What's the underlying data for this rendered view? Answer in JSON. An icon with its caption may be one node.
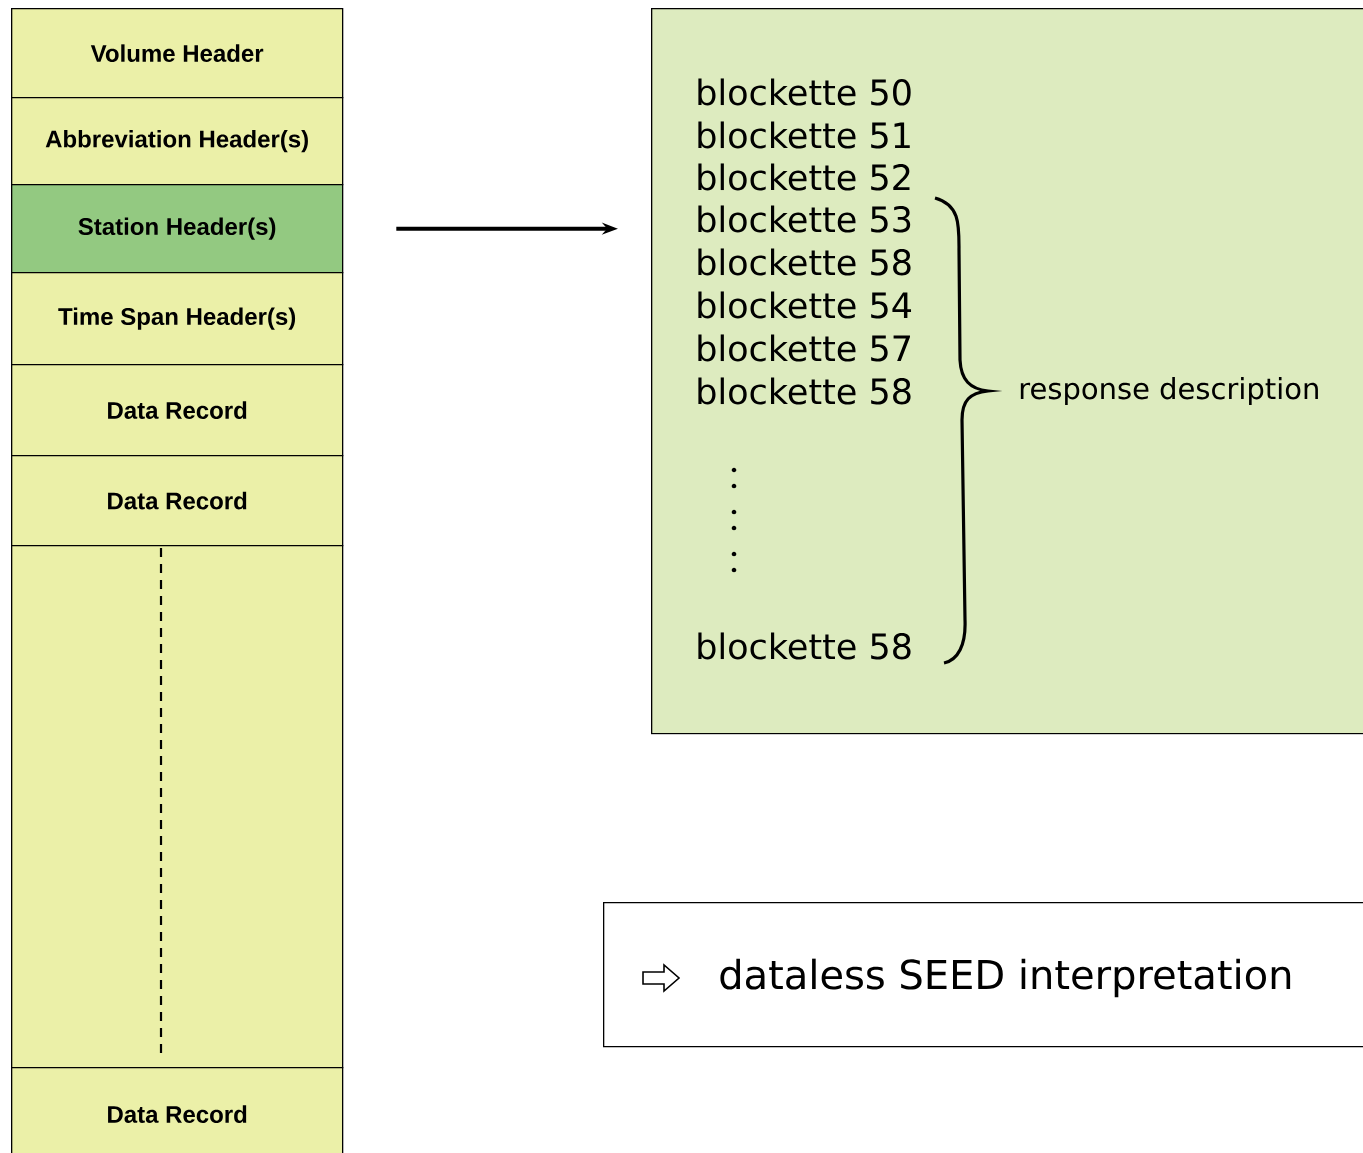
{
  "diagram": {
    "nodes": [
      {
        "text": [
          "Volume Header"
        ]
      },
      {
        "text": [
          "Abbreviation Header(s)"
        ]
      },
      {
        "text": [
          "Station Header(s)"
        ]
      },
      {
        "text": [
          "Time Span Header(s)"
        ]
      },
      {
        "text": [
          "Data Record"
        ]
      },
      {
        "text": [
          "Data Record"
        ]
      },
      {
        "text": [],
        "shape": "box"
      },
      {
        "text": [
          "Data Record"
        ]
      },
      {
        "text": [
          "blockette 50",
          "blockette 51",
          "blockette 52",
          "blockette 53",
          "blockette 58",
          "blockette 54",
          "blockette 57",
          "blockette 58",
          "blockette 58",
          "response description"
        ]
      },
      {
        "text": [
          "dataless SEED interpretation"
        ]
      }
    ],
    "edges": [
      {
        "from": 2,
        "to": 8,
        "arrow": "to"
      }
    ]
  }
}
